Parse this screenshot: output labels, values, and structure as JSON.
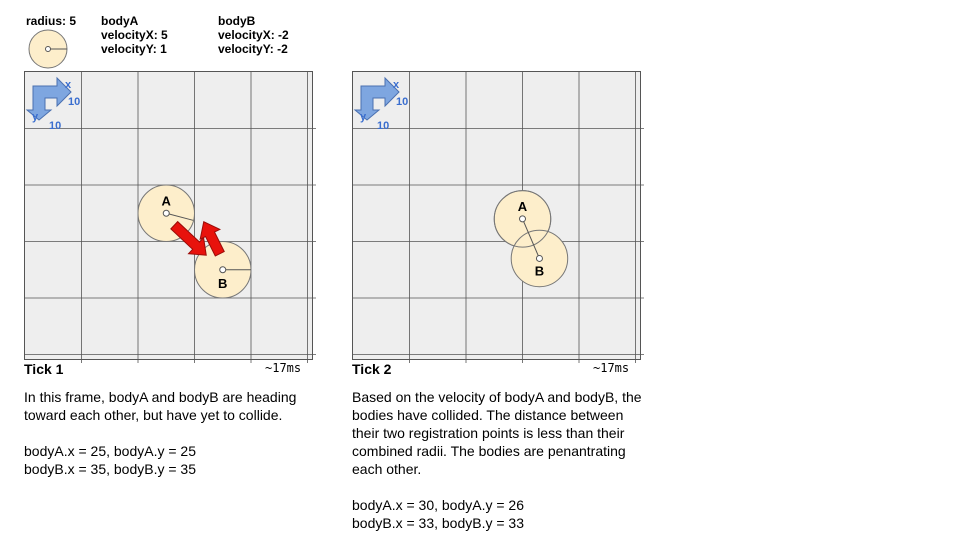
{
  "header": {
    "radius_label": "radius: 5",
    "bodyA": {
      "title": "bodyA",
      "vx": "velocityX: 5",
      "vy": "velocityY: 1"
    },
    "bodyB": {
      "title": "bodyB",
      "vx": "velocityX: -2",
      "vy": "velocityY: -2"
    }
  },
  "axis": {
    "x_label": "x",
    "x_value": "10",
    "y_label": "y",
    "y_value": "10"
  },
  "colors": {
    "body_fill": "#fdeecb",
    "arrow_red": "#e8120c",
    "axis_blue": "#7ea6e0",
    "axis_text": "#3a6ecf"
  },
  "ticks": [
    {
      "label": "Tick 1",
      "duration": "~17ms",
      "bodyA": {
        "letter": "A",
        "x": 25,
        "y": 25
      },
      "bodyB": {
        "letter": "B",
        "x": 35,
        "y": 35
      },
      "description": [
        "In this frame, bodyA and bodyB are heading toward each other, but have yet to collide."
      ],
      "coords": [
        "bodyA.x = 25, bodyA.y = 25",
        "bodyB.x = 35, bodyB.y = 35"
      ]
    },
    {
      "label": "Tick 2",
      "duration": "~17ms",
      "bodyA": {
        "letter": "A",
        "x": 30,
        "y": 26
      },
      "bodyB": {
        "letter": "B",
        "x": 33,
        "y": 33
      },
      "description": [
        "Based on the velocity of bodyA and bodyB, the bodies have collided.  The distance between their two registration points is less than their combined radii.  The bodies are penantrating each other."
      ],
      "coords": [
        "bodyA.x = 30, bodyA.y = 26",
        "bodyB.x = 33, bodyB.y = 33"
      ]
    }
  ]
}
